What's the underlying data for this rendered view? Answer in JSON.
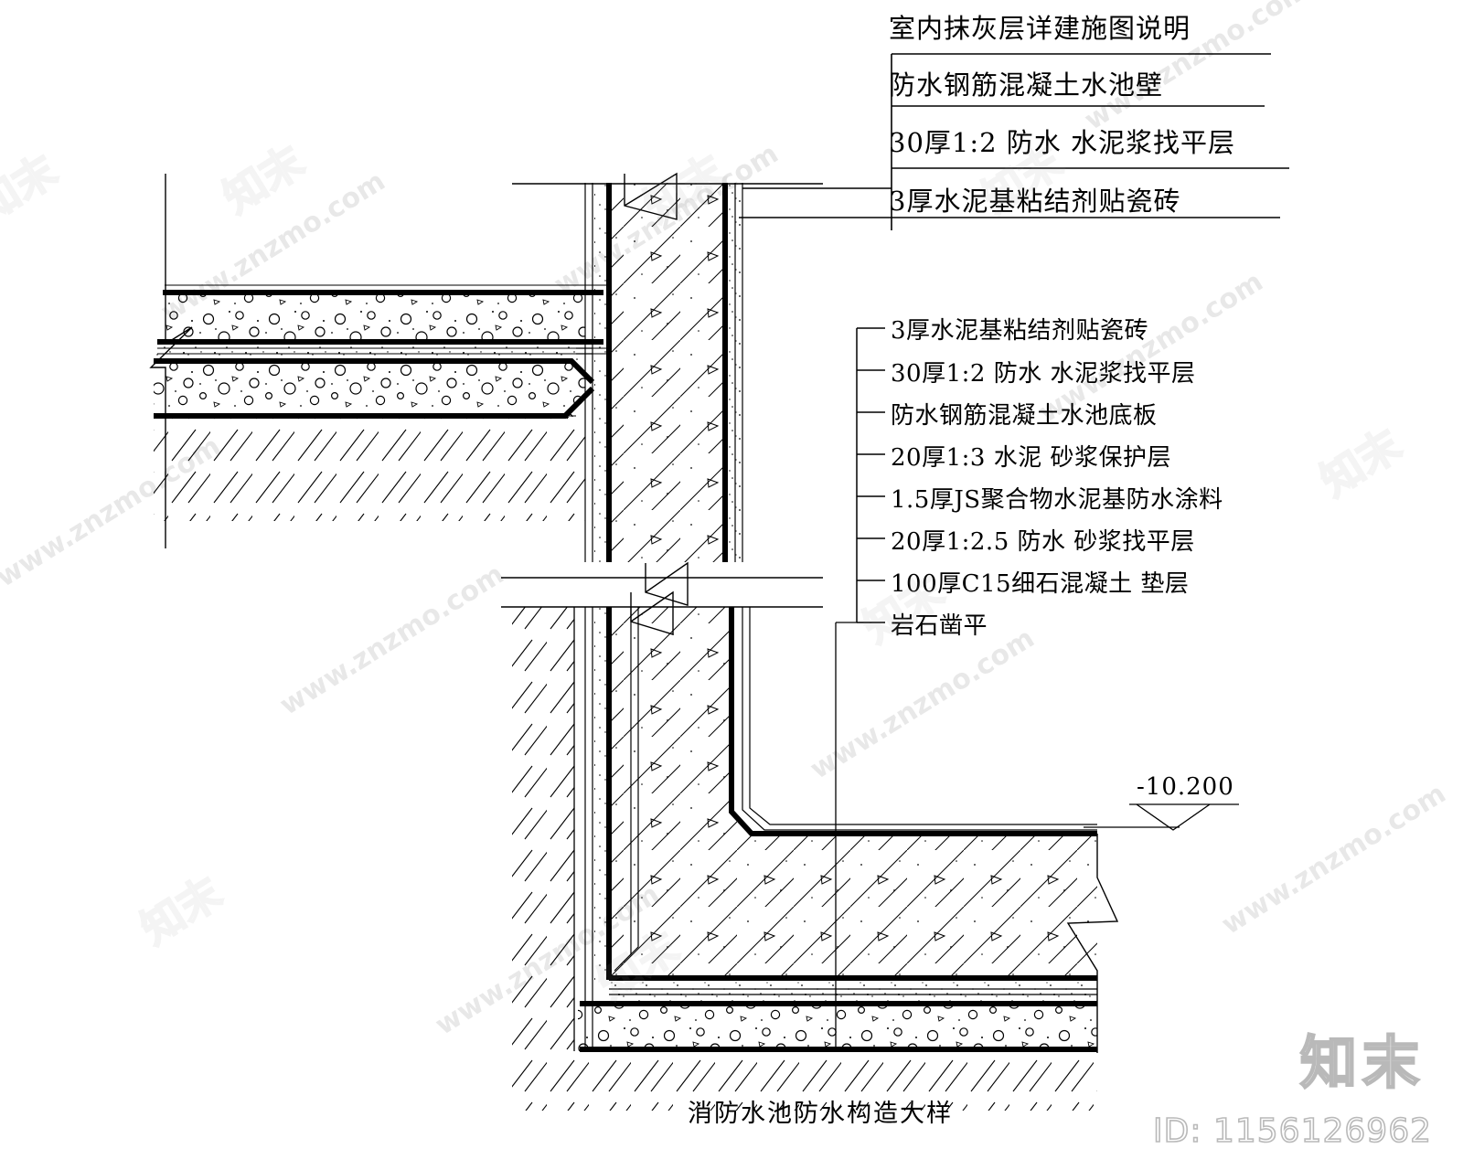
{
  "drawing": {
    "title": "消防水池防水构造大样",
    "elevation_marker": "-10.200"
  },
  "title_block": {
    "lines": [
      "室内抹灰层详建施图说明",
      "防水钢筋混凝土水池壁",
      "30厚1:2 防水 水泥浆找平层",
      "3厚水泥基粘结剂贴瓷砖"
    ]
  },
  "annotations": {
    "items": [
      "3厚水泥基粘结剂贴瓷砖",
      "30厚1:2 防水 水泥浆找平层",
      "防水钢筋混凝土水池底板",
      "20厚1:3 水泥 砂浆保护层",
      "1.5厚JS聚合物水泥基防水涂料",
      "20厚1:2.5 防水 砂浆找平层",
      "100厚C15细石混凝土 垫层",
      "岩石凿平"
    ]
  },
  "watermark": {
    "url_text": "www.znzmo.com",
    "brand_text": "知末",
    "logo_text": "知末",
    "id_text": "ID: 1156126962"
  },
  "colors": {
    "ink": "#000000",
    "watermark": "#b9b9b9",
    "paper": "#ffffff"
  }
}
